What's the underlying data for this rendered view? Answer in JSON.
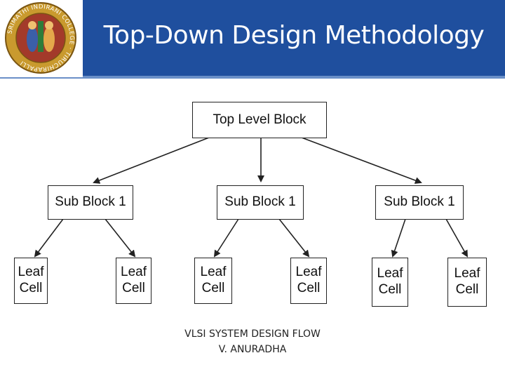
{
  "header": {
    "title": "Top-Down Design Methodology",
    "logo_text": "SRIMATHI INDIRANI COLLEGE · TIRUCHIRAPALLI",
    "logo_icon": "college-seal-icon",
    "background_color": "#1f4f9e",
    "title_color": "#ffffff"
  },
  "diagram": {
    "top_block": "Top Level Block",
    "sub_blocks": [
      "Sub Block 1",
      "Sub Block 1",
      "Sub Block 1"
    ],
    "leaf_cells": [
      "Leaf\nCell",
      "Leaf\nCell",
      "Leaf\nCell",
      "Leaf\nCell",
      "Leaf\nCell",
      "Leaf\nCell"
    ]
  },
  "footer": {
    "line1": "VLSI SYSTEM DESIGN FLOW",
    "line2": "V. ANURADHA"
  }
}
